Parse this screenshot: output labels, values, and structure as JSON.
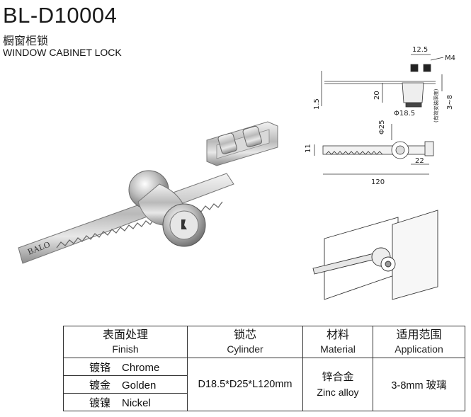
{
  "product": {
    "model": "BL-D10004",
    "name_cn": "橱窗柜锁",
    "name_en": "WINDOW CABINET LOCK",
    "logo_text": "BALO"
  },
  "drawing_top": {
    "dim_width": "12.5",
    "dim_thread": "M4",
    "dim_plate": "1.5",
    "dim_height": "20",
    "dim_diameter": "Φ18.5",
    "dim_range": "3~8",
    "note_cn": "(有效安装厚度)"
  },
  "drawing_side": {
    "dim_diameter": "Φ25",
    "dim_bar": "11",
    "dim_offset": "22",
    "dim_length": "120"
  },
  "table": {
    "headers": [
      {
        "cn": "表面处理",
        "en": "Finish"
      },
      {
        "cn": "锁芯",
        "en": "Cylinder"
      },
      {
        "cn": "材料",
        "en": "Material"
      },
      {
        "cn": "适用范围",
        "en": "Application"
      }
    ],
    "finishes": [
      {
        "cn": "镀铬",
        "en": "Chrome"
      },
      {
        "cn": "镀金",
        "en": "Golden"
      },
      {
        "cn": "镀镍",
        "en": "Nickel"
      }
    ],
    "cylinder": "D18.5*D25*L120mm",
    "material_cn": "锌合金",
    "material_en": "Zinc alloy",
    "application": "3-8mm 玻璃"
  }
}
